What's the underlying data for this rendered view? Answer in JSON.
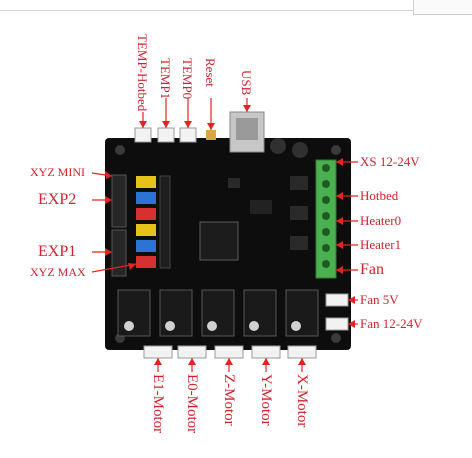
{
  "labels": {
    "top": {
      "temp_hotbed": "TEMP-Hotbed",
      "temp1": "TEMP1",
      "temp0": "TEMP0",
      "reset": "Reset",
      "usb": "USB"
    },
    "left": {
      "xyz_mini": "XYZ MINI",
      "exp2": "EXP2",
      "exp1": "EXP1",
      "xyz_max": "XYZ MAX"
    },
    "right": {
      "xs": "XS 12-24V",
      "hotbed": "Hotbed",
      "heater0": "Heater0",
      "heater1": "Heater1",
      "fan": "Fan",
      "fan5v": "Fan 5V",
      "fan1224": "Fan 12-24V"
    },
    "bottom": {
      "e1": "E1-Motor",
      "e0": "E0-Motor",
      "z": "Z-Motor",
      "y": "Y-Motor",
      "x": "X-Motor"
    }
  },
  "colors": {
    "label_red": "#d4212b",
    "board": "#0d0d0d",
    "terminal_green": "#4caf50",
    "connector_white": "#f2f2f2"
  }
}
